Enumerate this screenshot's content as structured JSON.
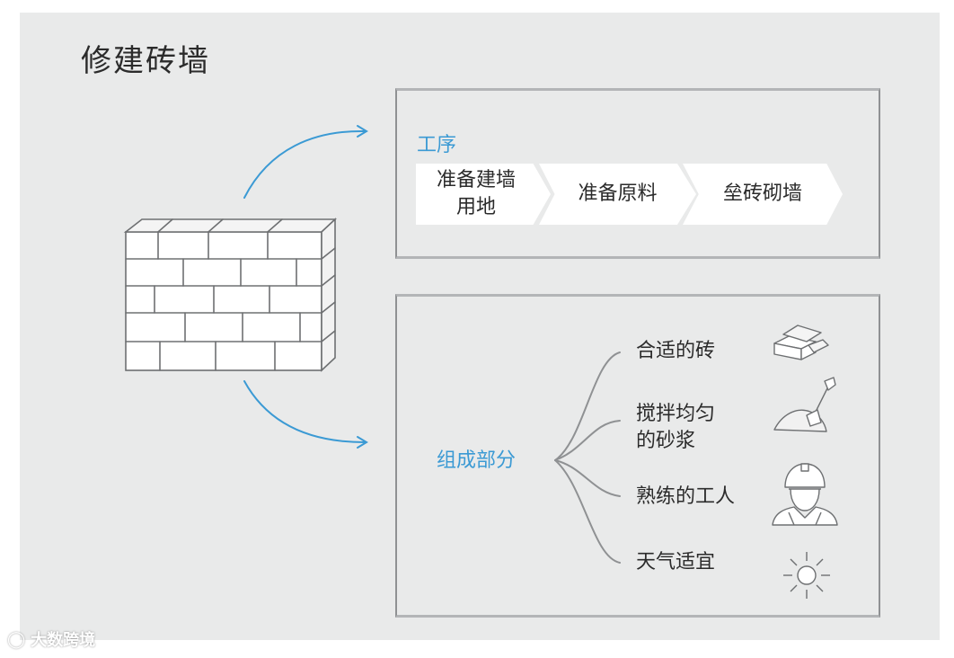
{
  "title": "修建砖墙",
  "process": {
    "label": "工序",
    "steps": [
      {
        "label_line1": "准备建墙",
        "label_line2": "用地"
      },
      {
        "label_line1": "准备原料",
        "label_line2": ""
      },
      {
        "label_line1": "垒砖砌墙",
        "label_line2": ""
      }
    ]
  },
  "components": {
    "label": "组成部分",
    "items": [
      {
        "line1": "合适的砖",
        "line2": "",
        "icon": "bricks-icon"
      },
      {
        "line1": "搅拌均匀",
        "line2": "的砂浆",
        "icon": "mortar-shovel-icon"
      },
      {
        "line1": "熟练的工人",
        "line2": "",
        "icon": "worker-icon"
      },
      {
        "line1": "天气适宜",
        "line2": "",
        "icon": "sun-icon"
      }
    ]
  },
  "watermark": "大数跨境",
  "colors": {
    "background": "#e9eaea",
    "accent_blue": "#3b9ad4",
    "sketch": "#6e7072"
  }
}
